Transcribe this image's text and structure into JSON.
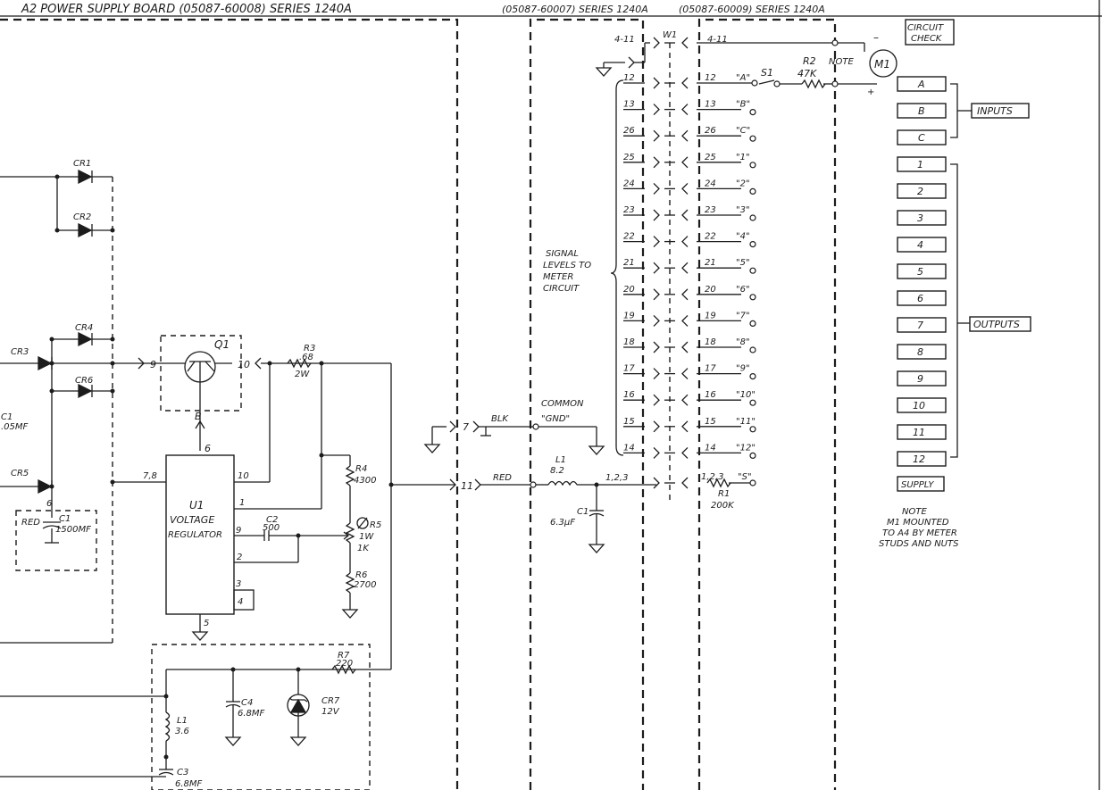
{
  "board_titles": {
    "a2": "A2   POWER SUPPLY BOARD (05087-60008) SERIES 1240A",
    "middle": "(05087-60007) SERIES 1240A",
    "right": "(05087-60009) SERIES 1240A"
  },
  "power_supply": {
    "cr1": "CR1",
    "cr2": "CR2",
    "cr3": "CR3",
    "cr4": "CR4",
    "cr5": "CR5",
    "cr6": "CR6",
    "cr7": "CR7",
    "cr7_value": "12V",
    "c1_left": "C1",
    "c1_left_value": ".05MF",
    "c1_box": "C1",
    "c1_box_value": "1500MF",
    "red": "RED",
    "q1": "Q1",
    "q1_pin_left": "9",
    "q1_pin_right": "10",
    "q1_base": "B",
    "r3": "R3",
    "r3_value": ".68",
    "r3_power": "2W",
    "u1": "U1",
    "u1_line1": "VOLTAGE",
    "u1_line2": "REGULATOR",
    "u1_pin_top": "6",
    "u1_pin_left": "7,8",
    "u1_pin_10": "10",
    "u1_pin_1": "1",
    "u1_pin_9": "9",
    "u1_pin_2": "2",
    "u1_pin_3": "3",
    "u1_pin_4": "4",
    "u1_pin_5": "5",
    "c2": "C2",
    "c2_value": "500",
    "r4": "R4",
    "r4_value": "4300",
    "r5": "R5",
    "r5_power": "1W",
    "r5_value": "1K",
    "r6": "R6",
    "r6_value": "2700",
    "r7": "R7",
    "r7_value": "220",
    "c4": "C4",
    "c4_value": "6.8MF",
    "l1": "L1",
    "l1_value": "3.6",
    "c3": "C3",
    "c3_value": "6.8MF",
    "node_6": "6"
  },
  "middle_board": {
    "pin_7": "7",
    "blk": "BLK",
    "pin_11": "11",
    "red": "RED",
    "common": "COMMON",
    "gnd": "\"GND\"",
    "l1": "L1",
    "l1_value": "8.2",
    "c1": "C1",
    "c1_value": "6.3µF",
    "node_123": "1,2,3",
    "signal_note": [
      "SIGNAL",
      "LEVELS TO",
      "METER",
      "CIRCUIT"
    ]
  },
  "connector": {
    "label": "W1",
    "top_left": "4-11",
    "top_right": "4-11",
    "pins": [
      {
        "left": "12",
        "right": "12",
        "signal": "\"A\""
      },
      {
        "left": "13",
        "right": "13",
        "signal": "\"B\""
      },
      {
        "left": "26",
        "right": "26",
        "signal": "\"C\""
      },
      {
        "left": "25",
        "right": "25",
        "signal": "\"1\""
      },
      {
        "left": "24",
        "right": "24",
        "signal": "\"2\""
      },
      {
        "left": "23",
        "right": "23",
        "signal": "\"3\""
      },
      {
        "left": "22",
        "right": "22",
        "signal": "\"4\""
      },
      {
        "left": "21",
        "right": "21",
        "signal": "\"5\""
      },
      {
        "left": "20",
        "right": "20",
        "signal": "\"6\""
      },
      {
        "left": "19",
        "right": "19",
        "signal": "\"7\""
      },
      {
        "left": "18",
        "right": "18",
        "signal": "\"8\""
      },
      {
        "left": "17",
        "right": "17",
        "signal": "\"9\""
      },
      {
        "left": "16",
        "right": "16",
        "signal": "\"10\""
      },
      {
        "left": "15",
        "right": "15",
        "signal": "\"11\""
      },
      {
        "left": "14",
        "right": "14",
        "signal": "\"12\""
      }
    ],
    "supply_pin_right": "1,2,3",
    "supply_signal": "\"S\""
  },
  "meter": {
    "s1": "S1",
    "r2": "R2",
    "r2_value": "47K",
    "note": "NOTE",
    "m1": "M1",
    "minus": "–",
    "plus": "+",
    "r1": "R1",
    "r1_value": "200K"
  },
  "legend": {
    "circuit_check": [
      "CIRCUIT",
      "CHECK"
    ],
    "inputs": [
      "A",
      "B",
      "C"
    ],
    "inputs_label": "INPUTS",
    "outputs": [
      "1",
      "2",
      "3",
      "4",
      "5",
      "6",
      "7",
      "8",
      "9",
      "10",
      "11",
      "12"
    ],
    "outputs_label": "OUTPUTS",
    "supply": "SUPPLY",
    "note": [
      "NOTE",
      "M1 MOUNTED",
      "TO A4 BY METER",
      "STUDS AND NUTS"
    ]
  }
}
